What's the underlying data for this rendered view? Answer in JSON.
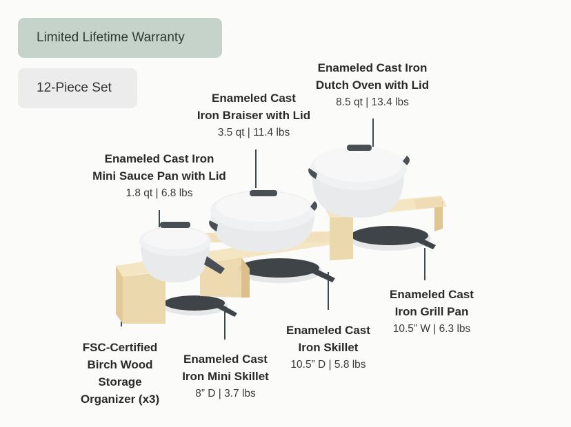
{
  "badges": {
    "warranty": "Limited Lifetime Warranty",
    "set": "12-Piece Set"
  },
  "items": {
    "dutch_oven": {
      "title": "Enameled Cast Iron\nDutch Oven with Lid",
      "spec": "8.5 qt  |  13.4 lbs"
    },
    "braiser": {
      "title": "Enameled Cast\nIron Braiser with Lid",
      "spec": "3.5 qt  |  11.4 lbs"
    },
    "sauce_pan": {
      "title": "Enameled Cast Iron\nMini Sauce Pan with Lid",
      "spec": "1.8 qt  |  6.8 lbs"
    },
    "grill_pan": {
      "title": "Enameled Cast\nIron Grill Pan",
      "spec": "10.5” W |  6.3 lbs"
    },
    "skillet": {
      "title": "Enameled Cast\nIron Skillet",
      "spec": "10.5” D |  5.8 lbs"
    },
    "mini_skillet": {
      "title": "Enameled Cast\nIron Mini Skillet",
      "spec": "8” D |  3.7 lbs"
    },
    "organizer": {
      "title": "FSC-Certified\nBirch Wood\nStorage\nOrganizer (x3)"
    }
  },
  "colors": {
    "warranty_badge": "#c5d3ca",
    "set_badge": "#ececec",
    "cookware_body": "#e9eaec",
    "cookware_handle": "#4a4f55",
    "wood": "#ecd9b0",
    "leader_line": "#3d4a4e"
  }
}
